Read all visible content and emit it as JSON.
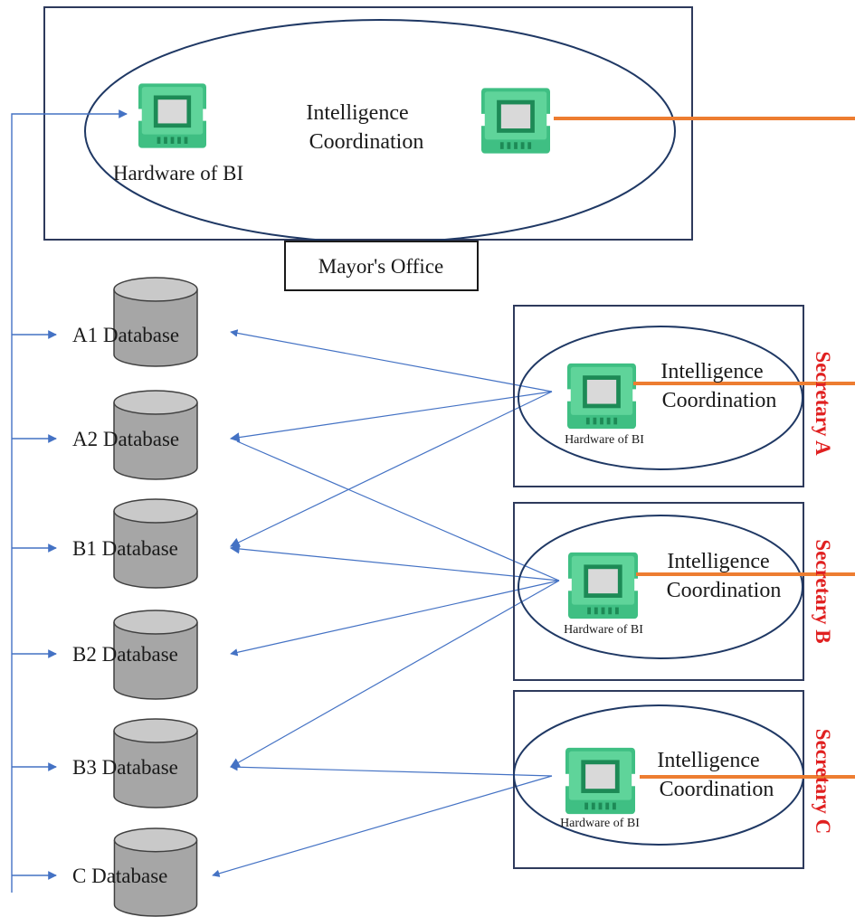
{
  "mayor": {
    "office_label": "Mayor's Office",
    "center_label_line1": "Intelligence",
    "center_label_line2": "Coordination",
    "hardware_label": "Hardware of BI"
  },
  "databases": [
    {
      "label": "A1 Database"
    },
    {
      "label": "A2 Database"
    },
    {
      "label": "B1 Database"
    },
    {
      "label": "B2 Database"
    },
    {
      "label": "B3 Database"
    },
    {
      "label": "C Database"
    }
  ],
  "secretaries": [
    {
      "name": "Secretary A",
      "label_line1": "Intelligence",
      "label_line2": "Coordination",
      "hardware_label": "Hardware of BI",
      "links": [
        "A1 Database",
        "A2 Database",
        "B1 Database"
      ]
    },
    {
      "name": "Secretary B",
      "label_line1": "Intelligence",
      "label_line2": "Coordination",
      "hardware_label": "Hardware of BI",
      "links": [
        "A2 Database",
        "B1 Database",
        "B2 Database",
        "B3 Database"
      ]
    },
    {
      "name": "Secretary C",
      "label_line1": "Intelligence",
      "label_line2": "Coordination",
      "hardware_label": "Hardware of BI",
      "links": [
        "B3 Database",
        "C Database"
      ]
    }
  ],
  "colors": {
    "arrow": "#4472c4",
    "frame": "#2e3a5c",
    "ellipse": "#1f3864",
    "orange_line": "#ed7d31",
    "secretary_text": "#e02020",
    "db_fill": "#a6a6a6",
    "db_top": "#c9c9c9",
    "chip_green": "#3fbf83",
    "chip_core": "#d9d9d9"
  },
  "icons": {
    "hardware": "circuit-board-icon",
    "database": "database-cylinder-icon"
  }
}
